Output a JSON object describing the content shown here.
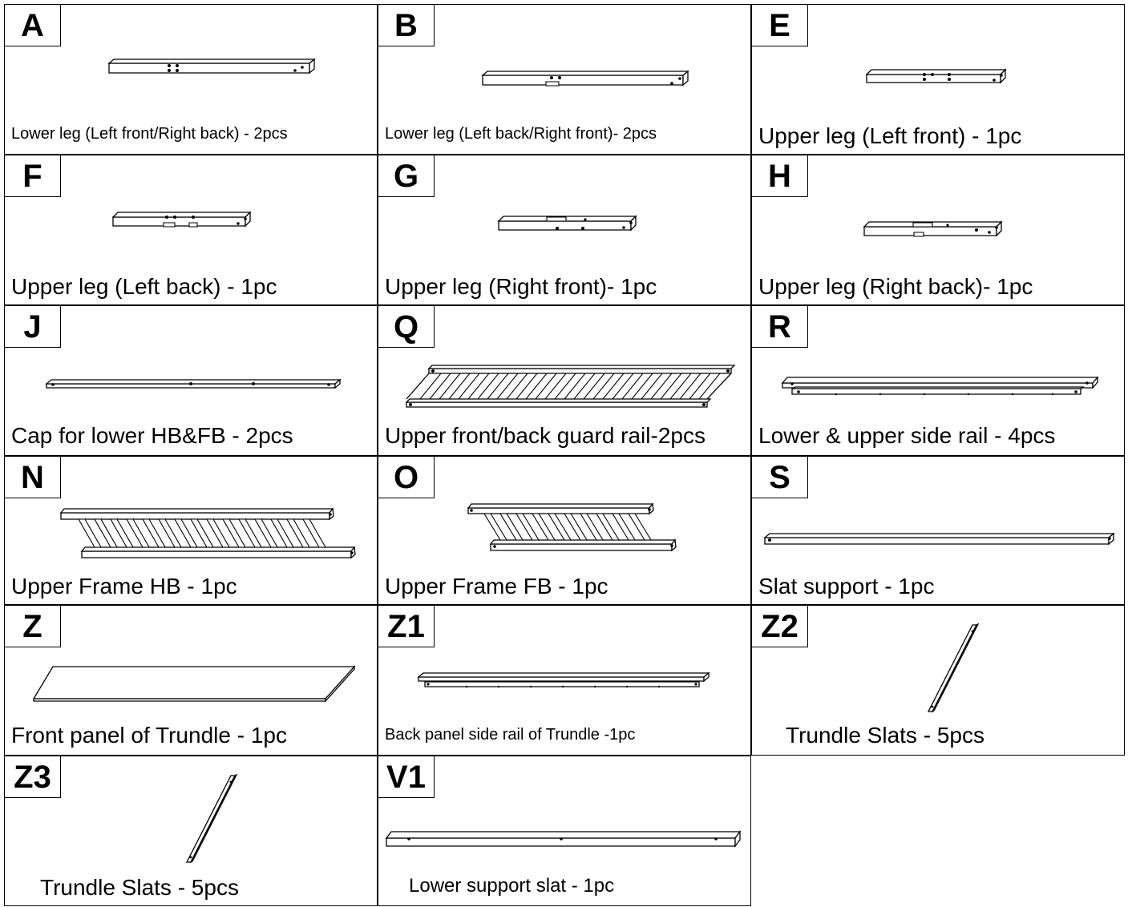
{
  "parts": [
    {
      "id": "A",
      "caption": "Lower leg (Left front/Right back) - 2pcs"
    },
    {
      "id": "B",
      "caption": "Lower leg (Left back/Right front)- 2pcs"
    },
    {
      "id": "E",
      "caption": "Upper leg (Left front) - 1pc"
    },
    {
      "id": "F",
      "caption": "Upper leg (Left back) - 1pc"
    },
    {
      "id": "G",
      "caption": "Upper leg (Right front)- 1pc"
    },
    {
      "id": "H",
      "caption": "Upper leg (Right back)- 1pc"
    },
    {
      "id": "J",
      "caption": "Cap for lower HB&FB - 2pcs"
    },
    {
      "id": "Q",
      "caption": "Upper front/back guard rail-2pcs"
    },
    {
      "id": "R",
      "caption": "Lower & upper side rail - 4pcs"
    },
    {
      "id": "N",
      "caption": "Upper Frame HB - 1pc"
    },
    {
      "id": "O",
      "caption": "Upper Frame FB - 1pc"
    },
    {
      "id": "S",
      "caption": "Slat support - 1pc"
    },
    {
      "id": "Z",
      "caption": "Front panel of Trundle - 1pc"
    },
    {
      "id": "Z1",
      "caption": "Back panel side rail of Trundle -1pc"
    },
    {
      "id": "Z2",
      "caption": "Trundle Slats  - 5pcs"
    },
    {
      "id": "Z3",
      "caption": "Trundle Slats  - 5pcs"
    },
    {
      "id": "V1",
      "caption": "Lower support slat - 1pc"
    }
  ]
}
